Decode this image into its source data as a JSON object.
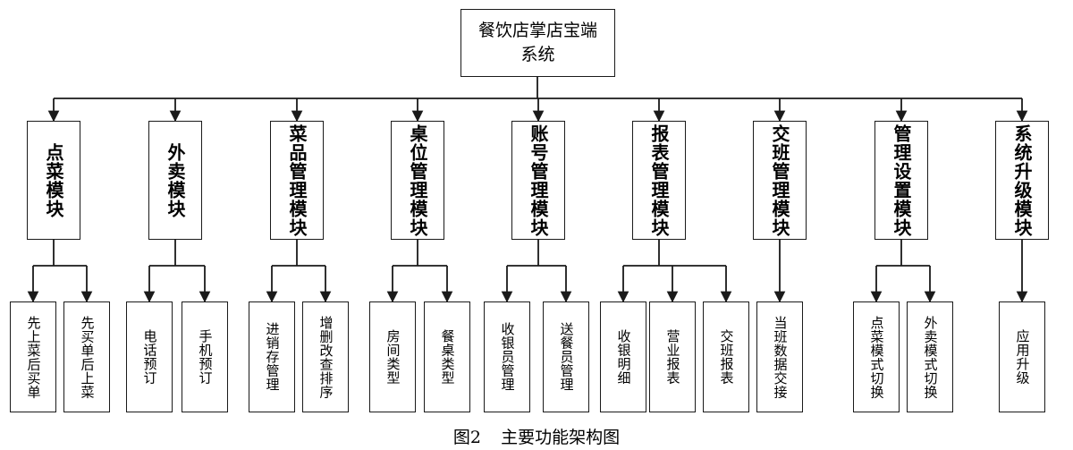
{
  "root": {
    "line1": "餐饮店掌店宝端",
    "line2": "系统"
  },
  "modules": [
    {
      "label": "点菜模块",
      "children": [
        "先上菜后买单",
        "先买单后上菜"
      ]
    },
    {
      "label": "外卖模块",
      "children": [
        "电话预订",
        "手机预订"
      ]
    },
    {
      "label": "菜品管理模块",
      "children": [
        "进销存管理",
        "增删改查排序"
      ]
    },
    {
      "label": "桌位管理模块",
      "children": [
        "房间类型",
        "餐桌类型"
      ]
    },
    {
      "label": "账号管理模块",
      "children": [
        "收银员管理",
        "送餐员管理"
      ]
    },
    {
      "label": "报表管理模块",
      "children": [
        "收银明细",
        "营业报表",
        "交班报表"
      ]
    },
    {
      "label": "交班管理模块",
      "children": [
        "当班数据交接"
      ]
    },
    {
      "label": "管理设置模块",
      "children": [
        "点菜模式切换",
        "外卖模式切换"
      ]
    },
    {
      "label": "系统升级模块",
      "children": [
        "应用升级"
      ]
    }
  ],
  "caption": {
    "number": "图2",
    "text": "主要功能架构图"
  }
}
